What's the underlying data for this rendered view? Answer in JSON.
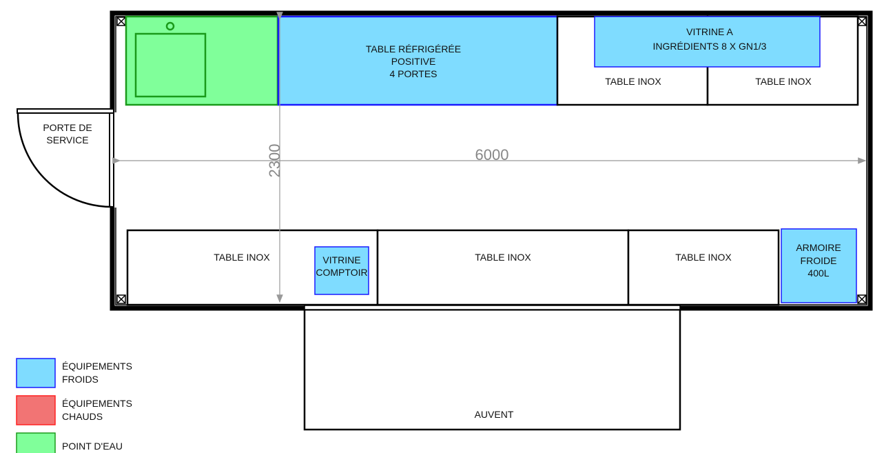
{
  "colors": {
    "cold": "#7fdcff",
    "cold_border": "#1a1aff",
    "hot": "#f27474",
    "hot_border": "#ff2020",
    "water": "#80ff9a",
    "water_border": "#1a9a1a"
  },
  "door": {
    "line1": "PORTE DE",
    "line2": "SERVICE"
  },
  "fridge_table": {
    "line1": "TABLE RÉFRIGÉRÉE",
    "line2": "POSITIVE",
    "line3": "4 PORTES"
  },
  "vitrine_a": {
    "line1": "VITRINE A",
    "line2": "INGRÉDIENTS 8 X GN1/3"
  },
  "top_tables": [
    "TABLE INOX",
    "TABLE INOX"
  ],
  "bottom_tables": [
    "TABLE INOX",
    "TABLE INOX",
    "TABLE INOX"
  ],
  "vitrine_comptoir": {
    "line1": "VITRINE",
    "line2": "COMPTOIR"
  },
  "armoire": {
    "line1": "ARMOIRE",
    "line2": "FROIDE",
    "line3": "400L"
  },
  "dimensions": {
    "width": "6000",
    "depth": "2300"
  },
  "auvent": "AUVENT",
  "legend": [
    {
      "line1": "ÉQUIPEMENTS",
      "line2": "FROIDS"
    },
    {
      "line1": "ÉQUIPEMENTS",
      "line2": "CHAUDS"
    },
    {
      "line1": "POINT D'EAU",
      "line2": ""
    }
  ]
}
